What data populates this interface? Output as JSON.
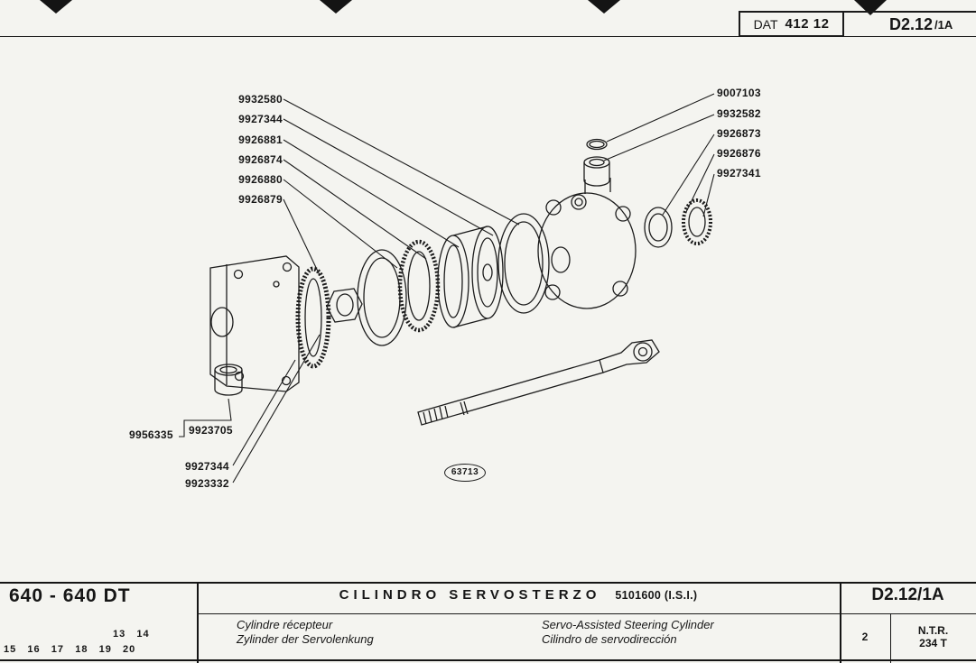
{
  "header": {
    "dat_label": "DAT",
    "dat_number": "412 12",
    "sheet_code": "D2.12",
    "sheet_code_suffix": "/1A"
  },
  "diagram": {
    "left_labels": [
      "9932580",
      "9927344",
      "9926881",
      "9926874",
      "9926880",
      "9926879"
    ],
    "right_labels": [
      "9007103",
      "9932582",
      "9926873",
      "9926876",
      "9927341"
    ],
    "bottom_group_label": "9956335",
    "bottom_bracket_label": "9923705",
    "bottom_labels": [
      "9927344",
      "9923332"
    ],
    "figure_number": "63713"
  },
  "footer": {
    "model": "640 - 640 DT",
    "index_row1": "13   14",
    "index_row2": "15   16   17   18   19   20",
    "title": "CILINDRO SERVOSTERZO",
    "title_code": "5101600 (I.S.I.)",
    "subtitle_fr": "Cylindre récepteur",
    "subtitle_de": "Zylinder der Servolenkung",
    "subtitle_en": "Servo-Assisted Steering Cylinder",
    "subtitle_es": "Cilindro de servodirección",
    "code": "D2.12/1A",
    "sheet": "2",
    "ntr_label": "N.T.R.",
    "ntr_value": "234 T"
  }
}
